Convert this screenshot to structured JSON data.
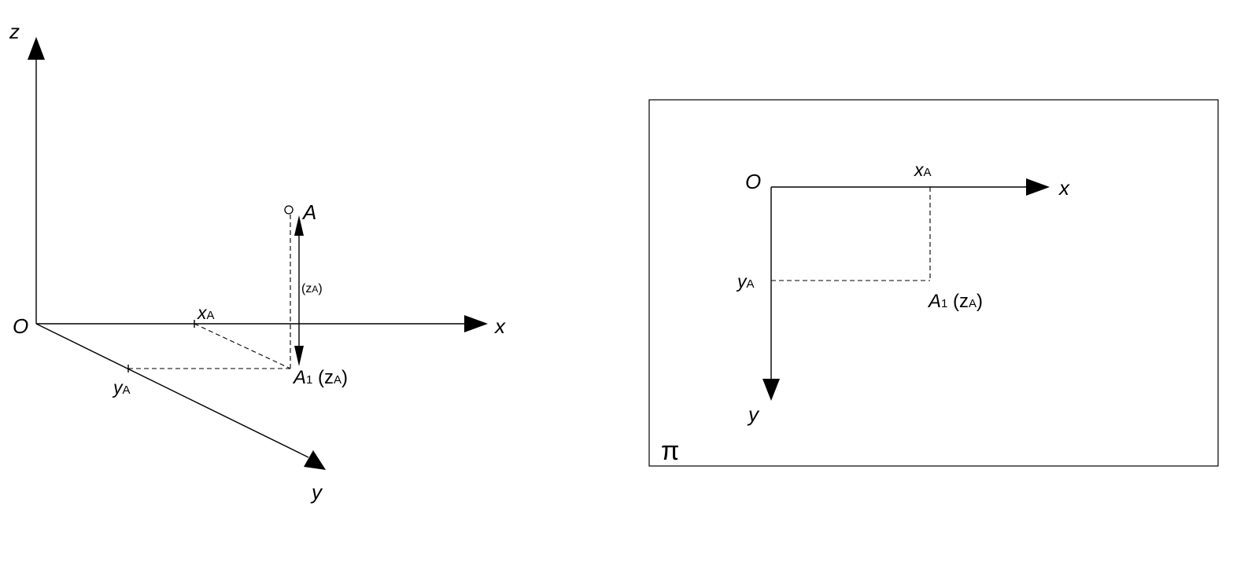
{
  "left_figure": {
    "axis_z": "z",
    "axis_x": "x",
    "axis_y": "y",
    "origin": "O",
    "point": "A",
    "xa_main": "x",
    "xa_sub": "A",
    "ya_main": "y",
    "ya_sub": "A",
    "za_open": "(z",
    "za_sub": "A",
    "za_close": ")",
    "a1_main": "A",
    "a1_sub": "1",
    "a1_z_open": " (z",
    "a1_z_sub": "A",
    "a1_z_close": ")"
  },
  "right_figure": {
    "plane": "π",
    "origin": "O",
    "axis_x": "x",
    "axis_y": "y",
    "xa_main": "x",
    "xa_sub": "A",
    "ya_main": "y",
    "ya_sub": "A",
    "a1_main": "A",
    "a1_sub": "1",
    "a1_z_open": " (z",
    "a1_z_sub": "A",
    "a1_z_close": ")"
  }
}
